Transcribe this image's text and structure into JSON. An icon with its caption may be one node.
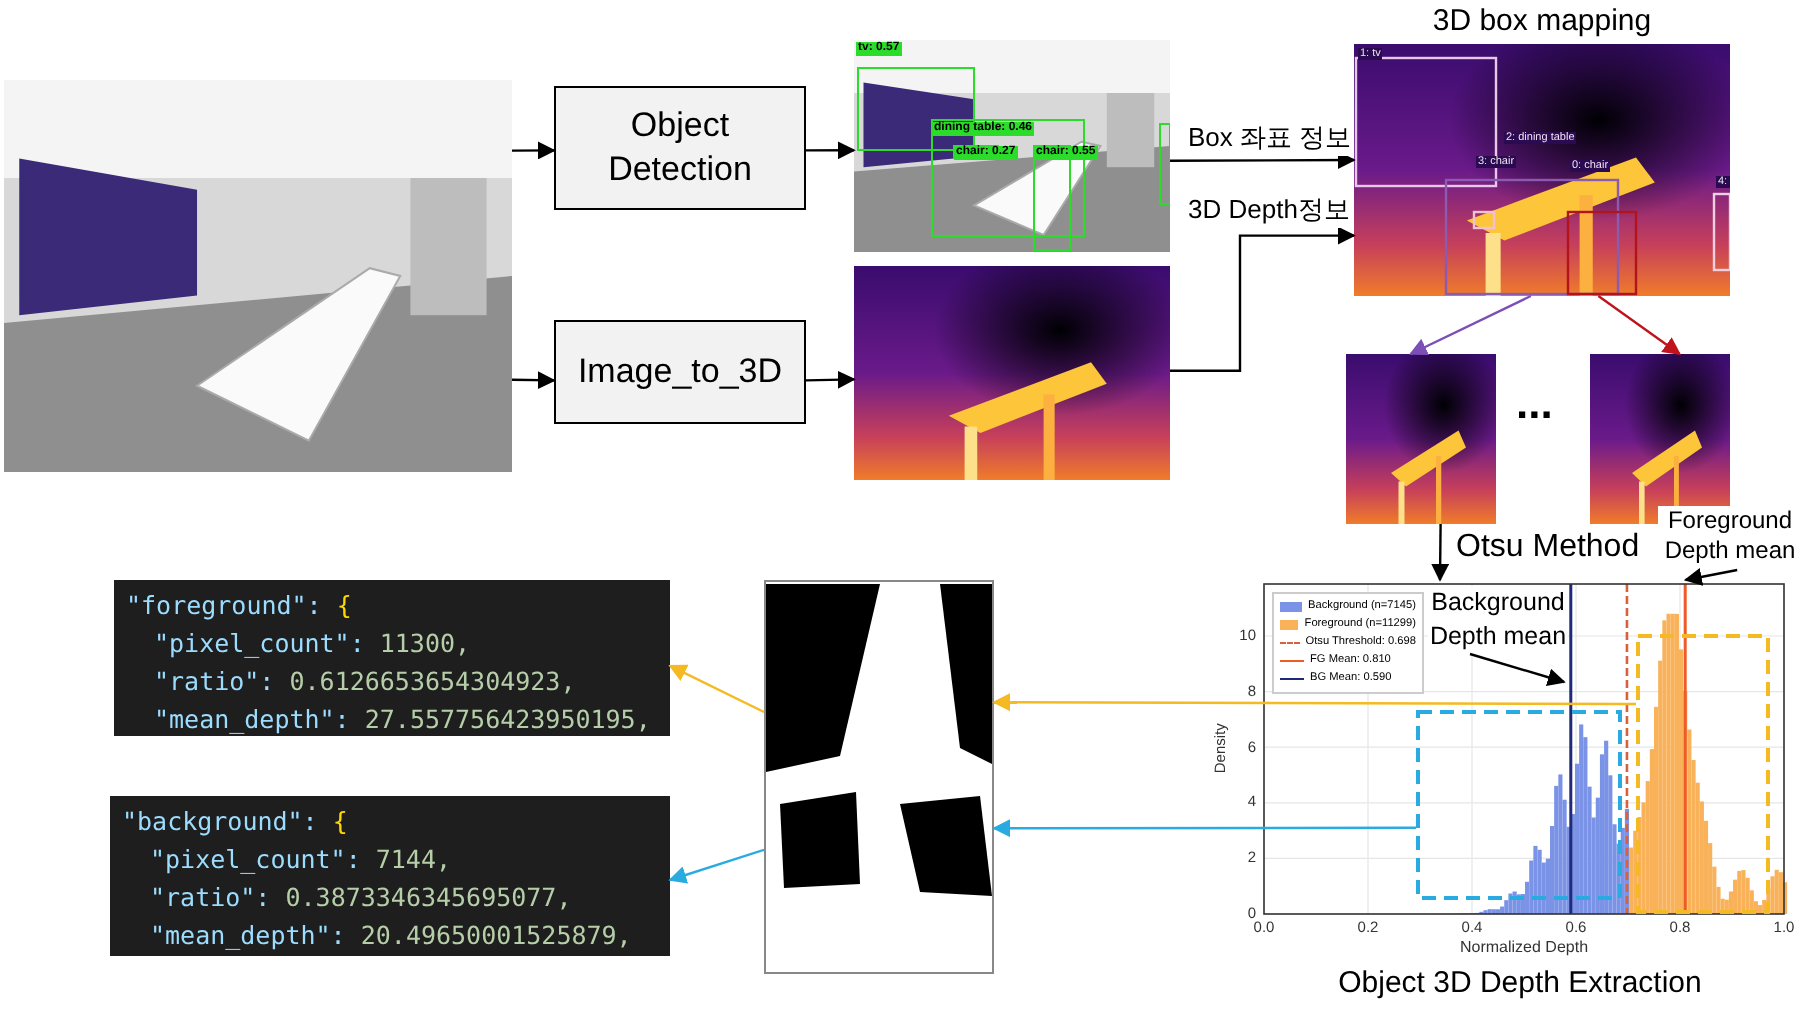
{
  "diagram": {
    "nodes": [
      {
        "text": [],
        "shape": "picture"
      },
      {
        "text": [
          "Object Detection"
        ]
      },
      {
        "text": [
          "Image_to_3D"
        ]
      },
      {
        "text": [],
        "shape": "picture"
      },
      {
        "text": [],
        "shape": "picture"
      },
      {
        "text": [],
        "shape": "picture",
        "beside": [
          "3D box mapping"
        ]
      },
      {
        "text": [],
        "shape": "picture"
      },
      {
        "text": [],
        "shape": "picture"
      },
      {
        "text": [
          "\"foreground\": {",
          "\"pixel_count\": 11300,",
          "\"ratio\": 0.6126653654304923,",
          "\"mean_depth\": 27.557756423950195,"
        ]
      },
      {
        "text": [],
        "shape": "picture"
      },
      {
        "text": [],
        "shape": "picture",
        "beside": [
          "Object 3D Depth Extraction"
        ]
      },
      {
        "text": [
          "Background Depth mean"
        ],
        "in": 10
      },
      {
        "text": [
          "Foreground Depth mean"
        ]
      },
      {
        "text": [],
        "shape": "box",
        "in": 10
      },
      {
        "text": [],
        "shape": "box",
        "in": 10
      },
      {
        "text": [
          "\"background\": {",
          "\"pixel_count\": 7144,",
          "\"ratio\": 0.3873346345695077,",
          "\"mean_depth\": 20.49650001525879,"
        ]
      }
    ],
    "edges": [
      {
        "from": 0,
        "to": 1,
        "arrow": "to"
      },
      {
        "from": 0,
        "to": 2,
        "arrow": "to"
      },
      {
        "from": 1,
        "to": 3,
        "arrow": "to"
      },
      {
        "from": 2,
        "to": 4,
        "arrow": "to"
      },
      {
        "from": 3,
        "to": 5,
        "arrow": "to",
        "label": "Box 좌표 정보"
      },
      {
        "from": 4,
        "to": 5,
        "arrow": "to",
        "label": "3D Depth정보"
      },
      {
        "from": 5,
        "to": 6,
        "arrow": "to",
        "color": "#7b4fb5"
      },
      {
        "from": 5,
        "to": 7,
        "arrow": "to",
        "color": "#c0141c"
      },
      {
        "from": 6,
        "to": 10,
        "arrow": "to",
        "label": "Otsu Method"
      },
      {
        "from": 11,
        "to": null,
        "arrow": "to"
      },
      {
        "from": 12,
        "to": 10,
        "arrow": "to"
      },
      {
        "from": 14,
        "to": 9,
        "arrow": "to",
        "color": "#f5b921"
      },
      {
        "from": 13,
        "to": 9,
        "arrow": "to",
        "color": "#29abe2"
      },
      {
        "from": 9,
        "to": 8,
        "arrow": "to",
        "color": "#f5b921"
      },
      {
        "from": 9,
        "to": 15,
        "arrow": "to",
        "color": "#29abe2"
      }
    ],
    "labels": [
      "tv: 0.57",
      "dining table: 0.46",
      "chair: 0.27",
      "chair: 0.55",
      "1: tv",
      "2: dining table",
      "3: chair",
      "0: chair",
      "4:",
      "...",
      "10",
      "8",
      "6",
      "4",
      "2",
      "0",
      "Density",
      "0.0",
      "0.2",
      "0.4",
      "0.6",
      "0.8",
      "1.0",
      "Normalized Depth"
    ],
    "legend": [
      {
        "text": "Background (n=7145)",
        "color": "#7b93e6"
      },
      {
        "text": "Foreground (n=11299)",
        "color": "#f9b25a"
      },
      {
        "text": "Otsu Threshold: 0.698"
      },
      {
        "text": "FG Mean: 0.810"
      },
      {
        "text": "BG Mean: 0.590"
      }
    ]
  }
}
